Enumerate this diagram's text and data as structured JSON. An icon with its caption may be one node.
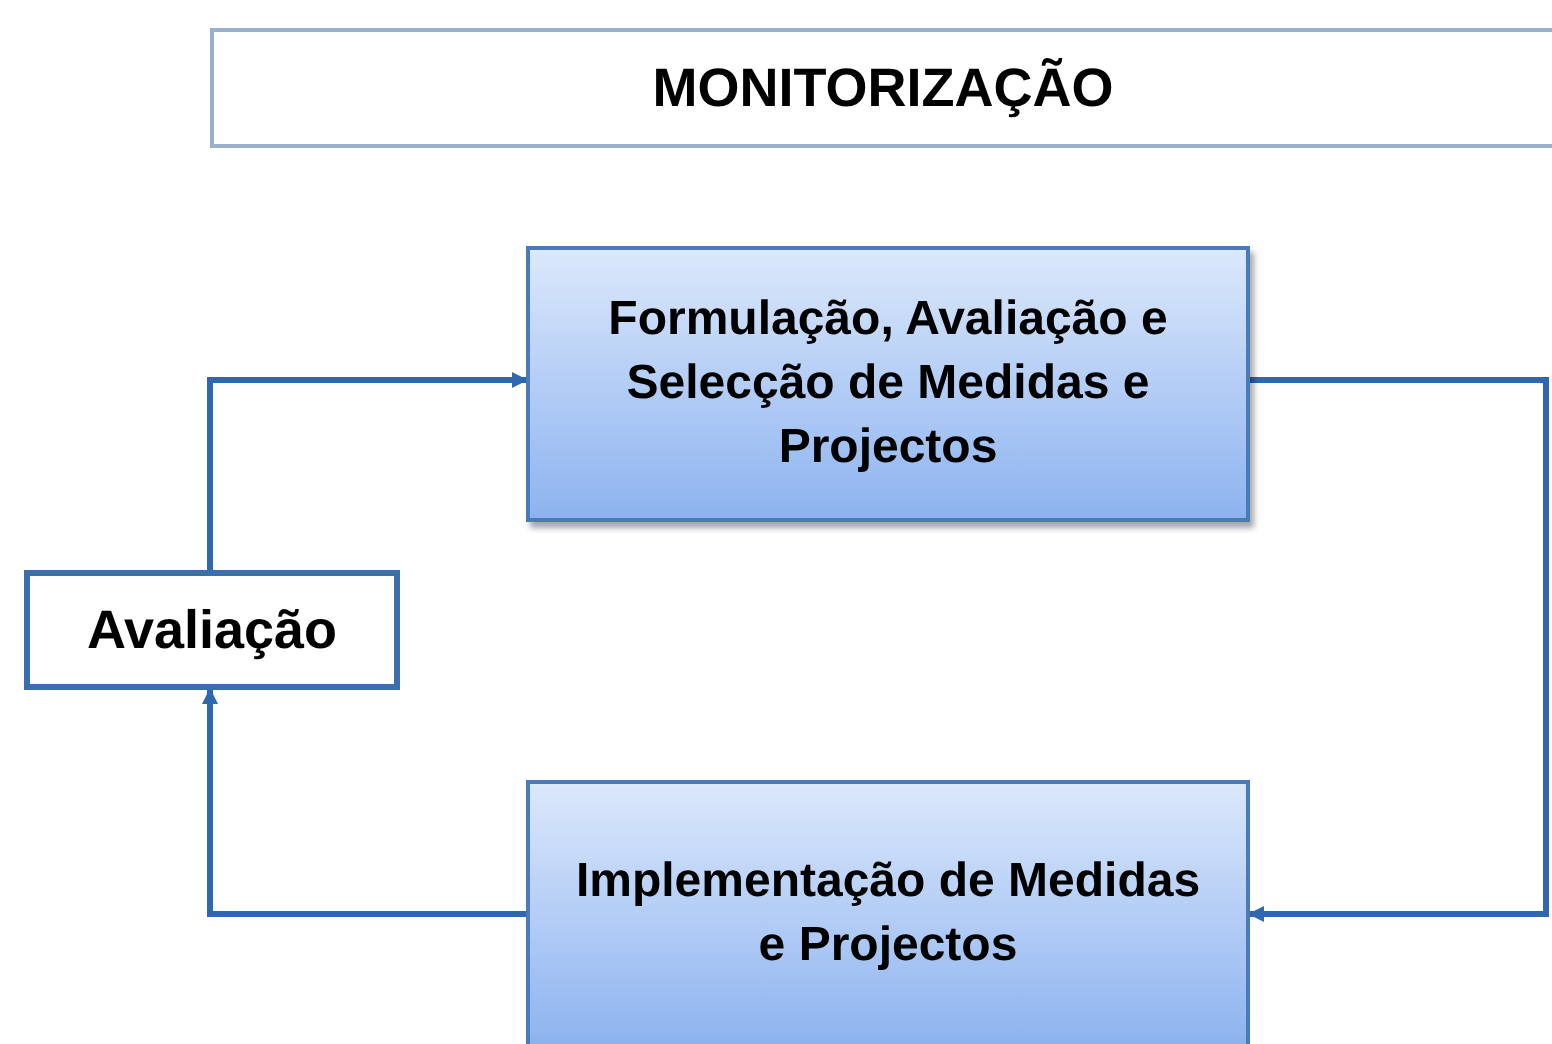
{
  "diagram": {
    "nodes": [
      {
        "text": [
          "MONITORIZAÇÃO"
        ]
      },
      {
        "text": [
          "Formulação, Avaliação e Selecção de Medidas e Projectos"
        ]
      },
      {
        "text": [
          "Avaliação"
        ]
      },
      {
        "text": [
          "Implementação de Medidas e Projectos"
        ]
      }
    ],
    "edges": [
      {
        "from": 2,
        "to": 1,
        "arrow": "to"
      },
      {
        "from": 1,
        "to": 3,
        "arrow": "to"
      },
      {
        "from": 3,
        "to": 2,
        "arrow": "to"
      }
    ]
  }
}
